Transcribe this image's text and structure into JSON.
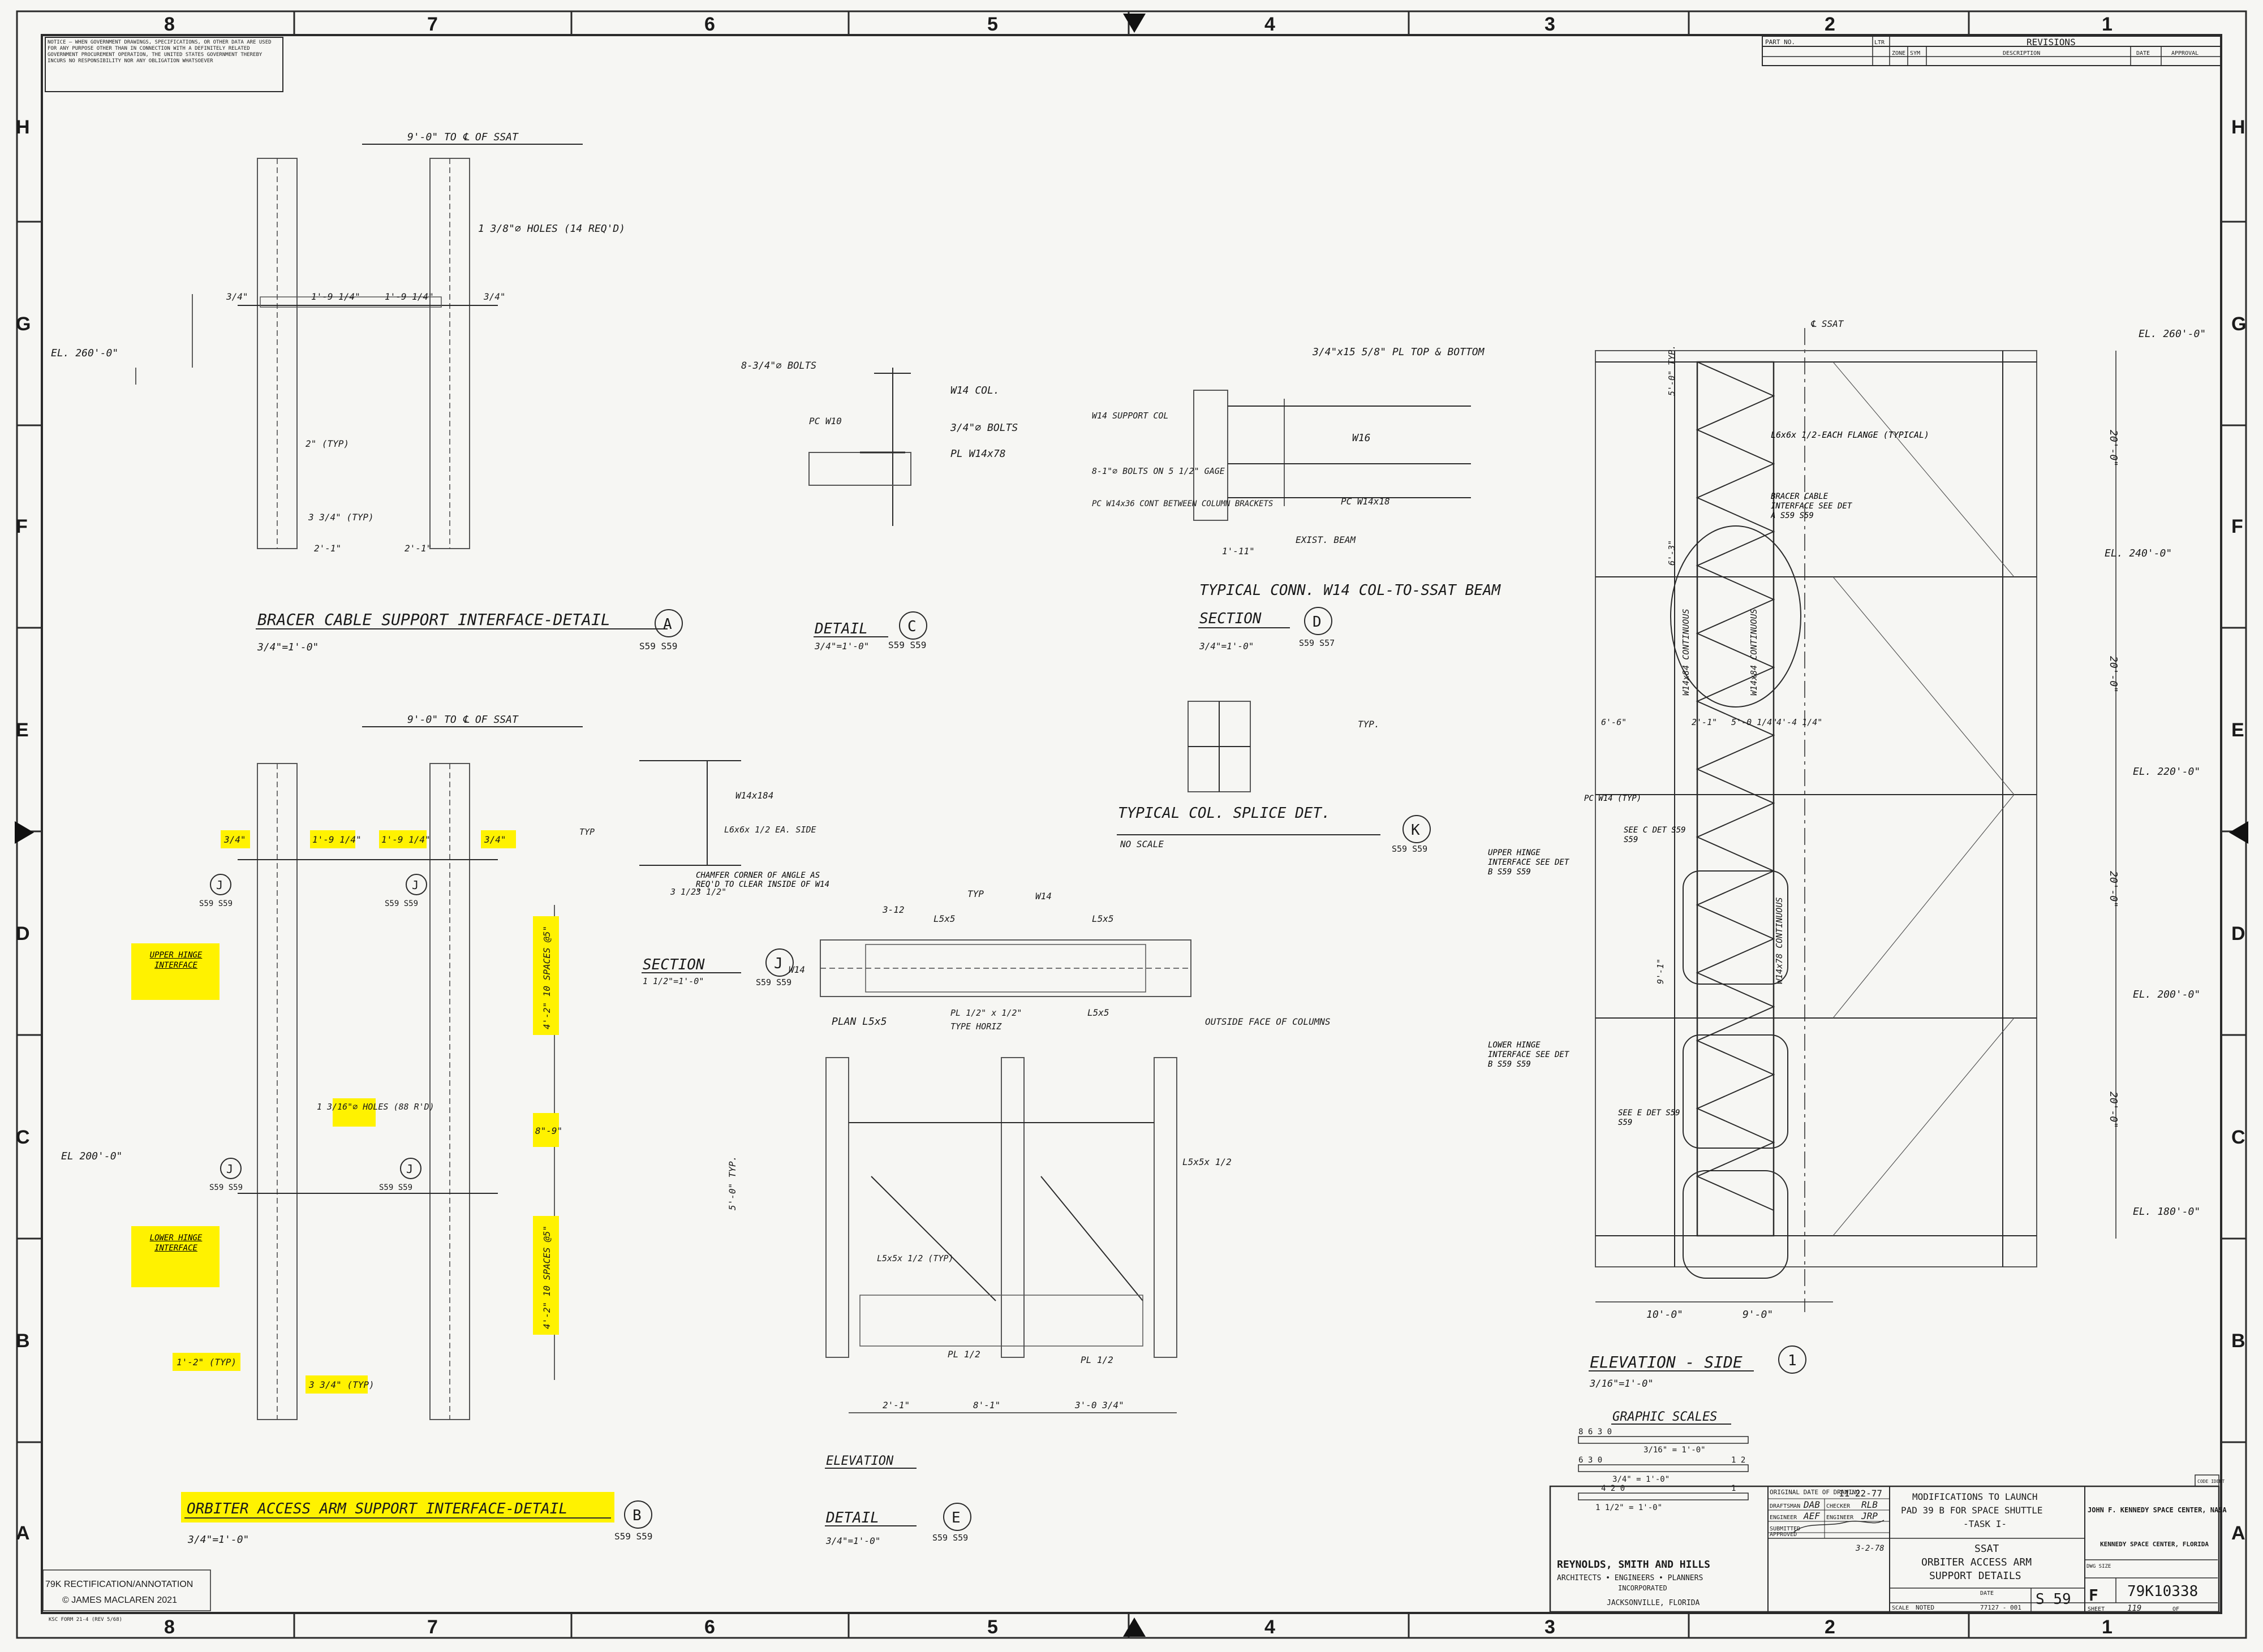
{
  "border": {
    "columns": [
      "8",
      "7",
      "6",
      "5",
      "4",
      "3",
      "2",
      "1"
    ],
    "rows": [
      "H",
      "G",
      "F",
      "E",
      "D",
      "C",
      "B",
      "A"
    ]
  },
  "notice_text": "NOTICE — WHEN GOVERNMENT DRAWINGS, SPECIFICATIONS, OR OTHER DATA ARE USED FOR ANY PURPOSE OTHER THAN IN CONNECTION WITH A DEFINITELY RELATED GOVERNMENT PROCUREMENT OPERATION, THE UNITED STATES GOVERNMENT THEREBY INCURS NO RESPONSIBILITY NOR ANY OBLIGATION WHATSOEVER",
  "revisions": {
    "title": "REVISIONS",
    "columns": [
      "PART NO.",
      "LTR",
      "ZONE",
      "SYM",
      "DESCRIPTION",
      "DATE",
      "APPROVAL"
    ]
  },
  "details": {
    "a": {
      "title": "BRACER CABLE SUPPORT INTERFACE-DETAIL",
      "scale": "3/4\"=1'-0\"",
      "ref": "S59 S59",
      "letter": "A",
      "dim_top": "9'-0\" TO ℄ OF SSAT",
      "el": "EL. 260'-0\"",
      "holes": "1 3/8\"⌀ HOLES (14 REQ'D)",
      "dim1": "1'-9 1/4\"",
      "dim2": "1'-9 1/4\"",
      "dim3": "3/4\"",
      "dim4": "3/4\"",
      "typ1": "2\" (TYP)",
      "typ2": "3 3/4\" (TYP)",
      "dim5": "2'-1\"",
      "dim6": "2'-1\""
    },
    "b": {
      "title": "ORBITER ACCESS ARM SUPPORT INTERFACE-DETAIL",
      "scale": "3/4\"=1'-0\"",
      "ref": "S59 S59",
      "letter": "B",
      "dim_top": "9'-0\" TO ℄ OF SSAT",
      "el": "EL 200'-0\"",
      "upper": "UPPER HINGE INTERFACE",
      "lower": "LOWER HINGE INTERFACE",
      "hl1": "3/4\"",
      "hl2": "1'-9 1/4\"",
      "hl3": "1'-9 1/4\"",
      "hl4": "3/4\"",
      "hl5": "4'-2\" 10 SPACES @5\"",
      "hl6": "4'-2\" 10 SPACES @5\"",
      "hl7": "1 3/16\"⌀ HOLES (88 R'D)",
      "hl8": "8\"-9\"",
      "hl9": "1'-2\" (TYP)",
      "hl10": "3 3/4\" (TYP)",
      "sec_ref": "S59 S59",
      "sec_letter": "J"
    },
    "c": {
      "title": "DETAIL",
      "letter": "C",
      "scale": "3/4\"=1'-0\"",
      "ref": "S59 S59",
      "bolts1": "8-3/4\"⌀ BOLTS",
      "col": "W14 COL.",
      "bolts2": "3/4\"⌀ BOLTS",
      "pl": "PL W14x78",
      "pcw": "PC W10"
    },
    "d": {
      "title": "TYPICAL CONN. W14 COL-TO-SSAT BEAM",
      "sec": "SECTION",
      "letter": "D",
      "scale": "3/4\"=1'-0\"",
      "ref": "S59 S57",
      "plate": "3/4\"x15 5/8\" PL TOP & BOTTOM",
      "w14": "W14 SUPPORT COL",
      "w16": "W16",
      "bolts": "8-1\"⌀ BOLTS ON 5 1/2\" GAGE",
      "pc": "PC W14x36 CONT BETWEEN COLUMN BRACKETS",
      "pc2": "PC W14x18",
      "exist": "EXIST. BEAM",
      "dim": "1'-11\""
    },
    "k": {
      "title": "TYPICAL COL. SPLICE DET.",
      "letter": "K",
      "scale": "NO SCALE",
      "ref": "S59 S59",
      "typ": "TYP."
    },
    "j": {
      "title": "SECTION",
      "letter": "J",
      "scale": "1 1/2\"=1'-0\"",
      "ref": "S59 S59",
      "w14x184": "W14x184",
      "angle": "L6x6x 1/2 EA. SIDE",
      "chamfer": "CHAMFER CORNER OF ANGLE AS REQ'D TO CLEAR INSIDE OF W14",
      "d1": "3 1/2\"",
      "d2": "3 1/2\"",
      "typ": "TYP"
    },
    "e": {
      "title": "DETAIL",
      "letter": "E",
      "scale": "3/4\"=1'-0\"",
      "ref": "S59 S59",
      "plan": "PLAN L5x5",
      "elev": "ELEVATION",
      "l5a": "L5x5",
      "l5b": "L5x5",
      "l5c": "L5x5",
      "w14a": "W14",
      "w14b": "W14",
      "pl": "PL 1/2\" x 1/2\"",
      "horiz": "TYPE HORIZ",
      "outside": "OUTSIDE FACE OF COLUMNS",
      "l5x5": "L5x5x 1/2",
      "l6": "L5x5x 1/2 (TYP)",
      "pl1": "PL 1/2",
      "pl2": "PL 1/2",
      "typ": "TYP",
      "dim_v": "5'-0\" TYP.",
      "db1": "2'-1\"",
      "db2": "8'-1\"",
      "db3": "3'-0 3/4\"",
      "s": "3-12"
    },
    "elev": {
      "title": "ELEVATION - SIDE",
      "letter": "1",
      "scale": "3/16\"=1'-0\"",
      "ssat": "℄ SSAT",
      "el260": "EL. 260'-0\"",
      "el240": "EL. 240'-0\"",
      "el220": "EL. 220'-0\"",
      "el200": "EL. 200'-0\"",
      "el180": "EL. 180'-0\"",
      "d20a": "20'-0\"",
      "d20b": "20'-0\"",
      "d20c": "20'-0\"",
      "d20d": "20'-0\"",
      "flange": "L6x6x 1/2-EACH FLANGE (TYPICAL)",
      "bracer": "BRACER CABLE INTERFACE SEE DET A S59 S59",
      "upper": "UPPER HINGE INTERFACE SEE DET B S59 S59",
      "lower": "LOWER HINGE INTERFACE SEE DET B S59 S59",
      "seec": "SEE C DET S59 S59",
      "seee": "SEE E DET S59 S59",
      "pcw14": "PC W14 (TYP)",
      "w14x84": "W14x84 CONTINUOUS",
      "w14x78": "W14x78 CONTINUOUS",
      "cont2": "W14x84 CONTINUOUS",
      "b10": "10'-0\"",
      "b9": "9'-0\"",
      "d1": "6'-6\"",
      "d2": "2'-1\"",
      "d3": "5'-0 1/4\"",
      "d4": "4'-4 1/4\"",
      "typ": "5'-0\" TYP.",
      "d6": "6'-3\"",
      "d7": "9'-1\""
    },
    "scales": {
      "title": "GRAPHIC SCALES",
      "s1": "3/16\" = 1'-0\"",
      "s2": "3/4\" = 1'-0\"",
      "s3": "1 1/2\" = 1'-0\"",
      "n1": "8 6 3 0",
      "n2": "4 2 0",
      "n3": "1 2",
      "n4": "6 3 0",
      "n5": "1"
    }
  },
  "title_block": {
    "orig_label": "ORIGINAL DATE OF DRAWING",
    "orig_date": "11-22-77",
    "draftsman_label": "DRAFTSMAN",
    "draftsman": "DAB",
    "checker_label": "CHECKER",
    "checker": "RLB",
    "engineer_label": "ENGINEER",
    "engineer": "AEF",
    "engineer2_label": "ENGINEER",
    "engineer2": "JRP",
    "submitted_label": "SUBMITTED",
    "approved_label": "APPROVED",
    "approved_date": "3-2-78",
    "line1": "MODIFICATIONS TO LAUNCH",
    "line2": "PAD 39 B  FOR SPACE SHUTTLE",
    "line3": "-TASK I-",
    "line4": "SSAT",
    "line5": "ORBITER ACCESS ARM",
    "line6": "SUPPORT DETAILS",
    "firm": "REYNOLDS, SMITH AND HILLS",
    "firm2": "ARCHITECTS • ENGINEERS • PLANNERS",
    "firm3": "INCORPORATED",
    "firm4": "JACKSONVILLE, FLORIDA",
    "agency": "JOHN F. KENNEDY SPACE CENTER, NASA",
    "agency2": "KENNEDY SPACE CENTER, FLORIDA",
    "size_label": "DWG SIZE",
    "size": "F",
    "dwg_no": "79K10338",
    "scale_label": "SCALE",
    "scale": "NOTED",
    "date_label": "DATE",
    "job": "77127 - 001",
    "sheet_no": "S 59",
    "sheet_label": "SHEET",
    "sheet_of": "119",
    "of_label": "OF",
    "code_label": "CODE IDENT",
    "form": "KSC FORM 21-4 (REV 5/68)"
  },
  "annotation": {
    "line1": "79K RECTIFICATION/ANNOTATION",
    "line2": "© JAMES MACLAREN 2021"
  },
  "colors": {
    "highlight": "#fff200",
    "ink": "#1a1a1a",
    "paper": "#f6f6f3"
  }
}
